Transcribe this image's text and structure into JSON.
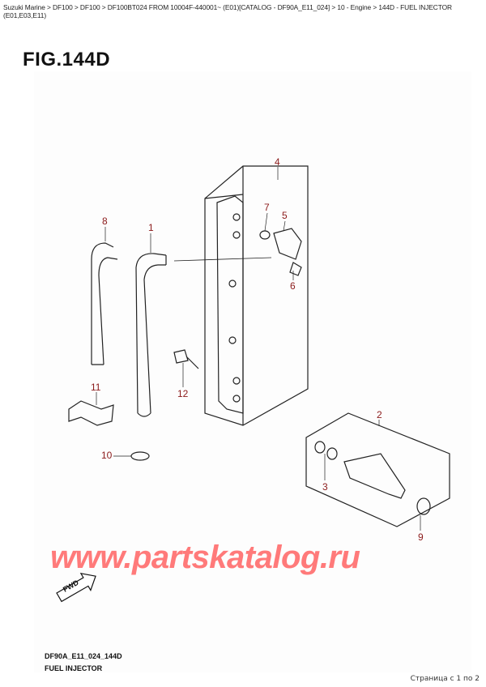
{
  "breadcrumb": "Suzuki Marine > DF100 > DF100 > DF100BT024 FROM 10004F-440001~ (E01)[CATALOG - DF90A_E11_024] > 10 - Engine > 144D - FUEL INJECTOR (E01,E03,E11)",
  "figure": {
    "label": "FIG.144D",
    "code": "DF90A_E11_024_144D",
    "title": "FUEL INJECTOR",
    "fwd_label": "FWD",
    "callouts": [
      "1",
      "2",
      "3",
      "4",
      "5",
      "6",
      "7",
      "8",
      "9",
      "10",
      "11",
      "12"
    ],
    "callout_color": "#8b1a1a"
  },
  "watermark": "www.partskatalog.ru",
  "watermark_color": "#ff7a7a",
  "pager": "Страница с 1 по 2"
}
